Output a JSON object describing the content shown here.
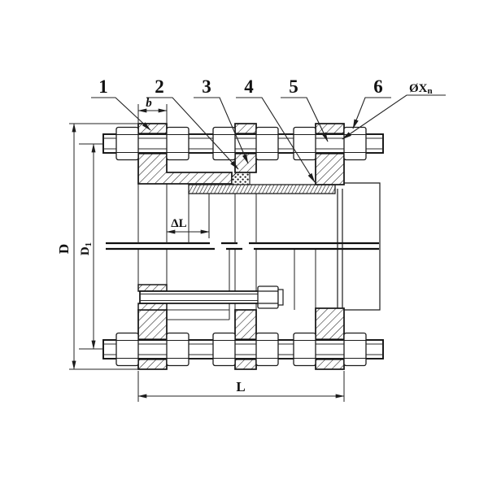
{
  "diagram": {
    "part_labels": [
      "1",
      "2",
      "3",
      "4",
      "5",
      "6"
    ],
    "hole_spec": {
      "main": "ØX",
      "sub": "n"
    },
    "dims": {
      "b": "b",
      "delta_l": "ΔL",
      "d": "D",
      "d1_main": "D",
      "d1_sub": "1",
      "l": "L"
    }
  }
}
